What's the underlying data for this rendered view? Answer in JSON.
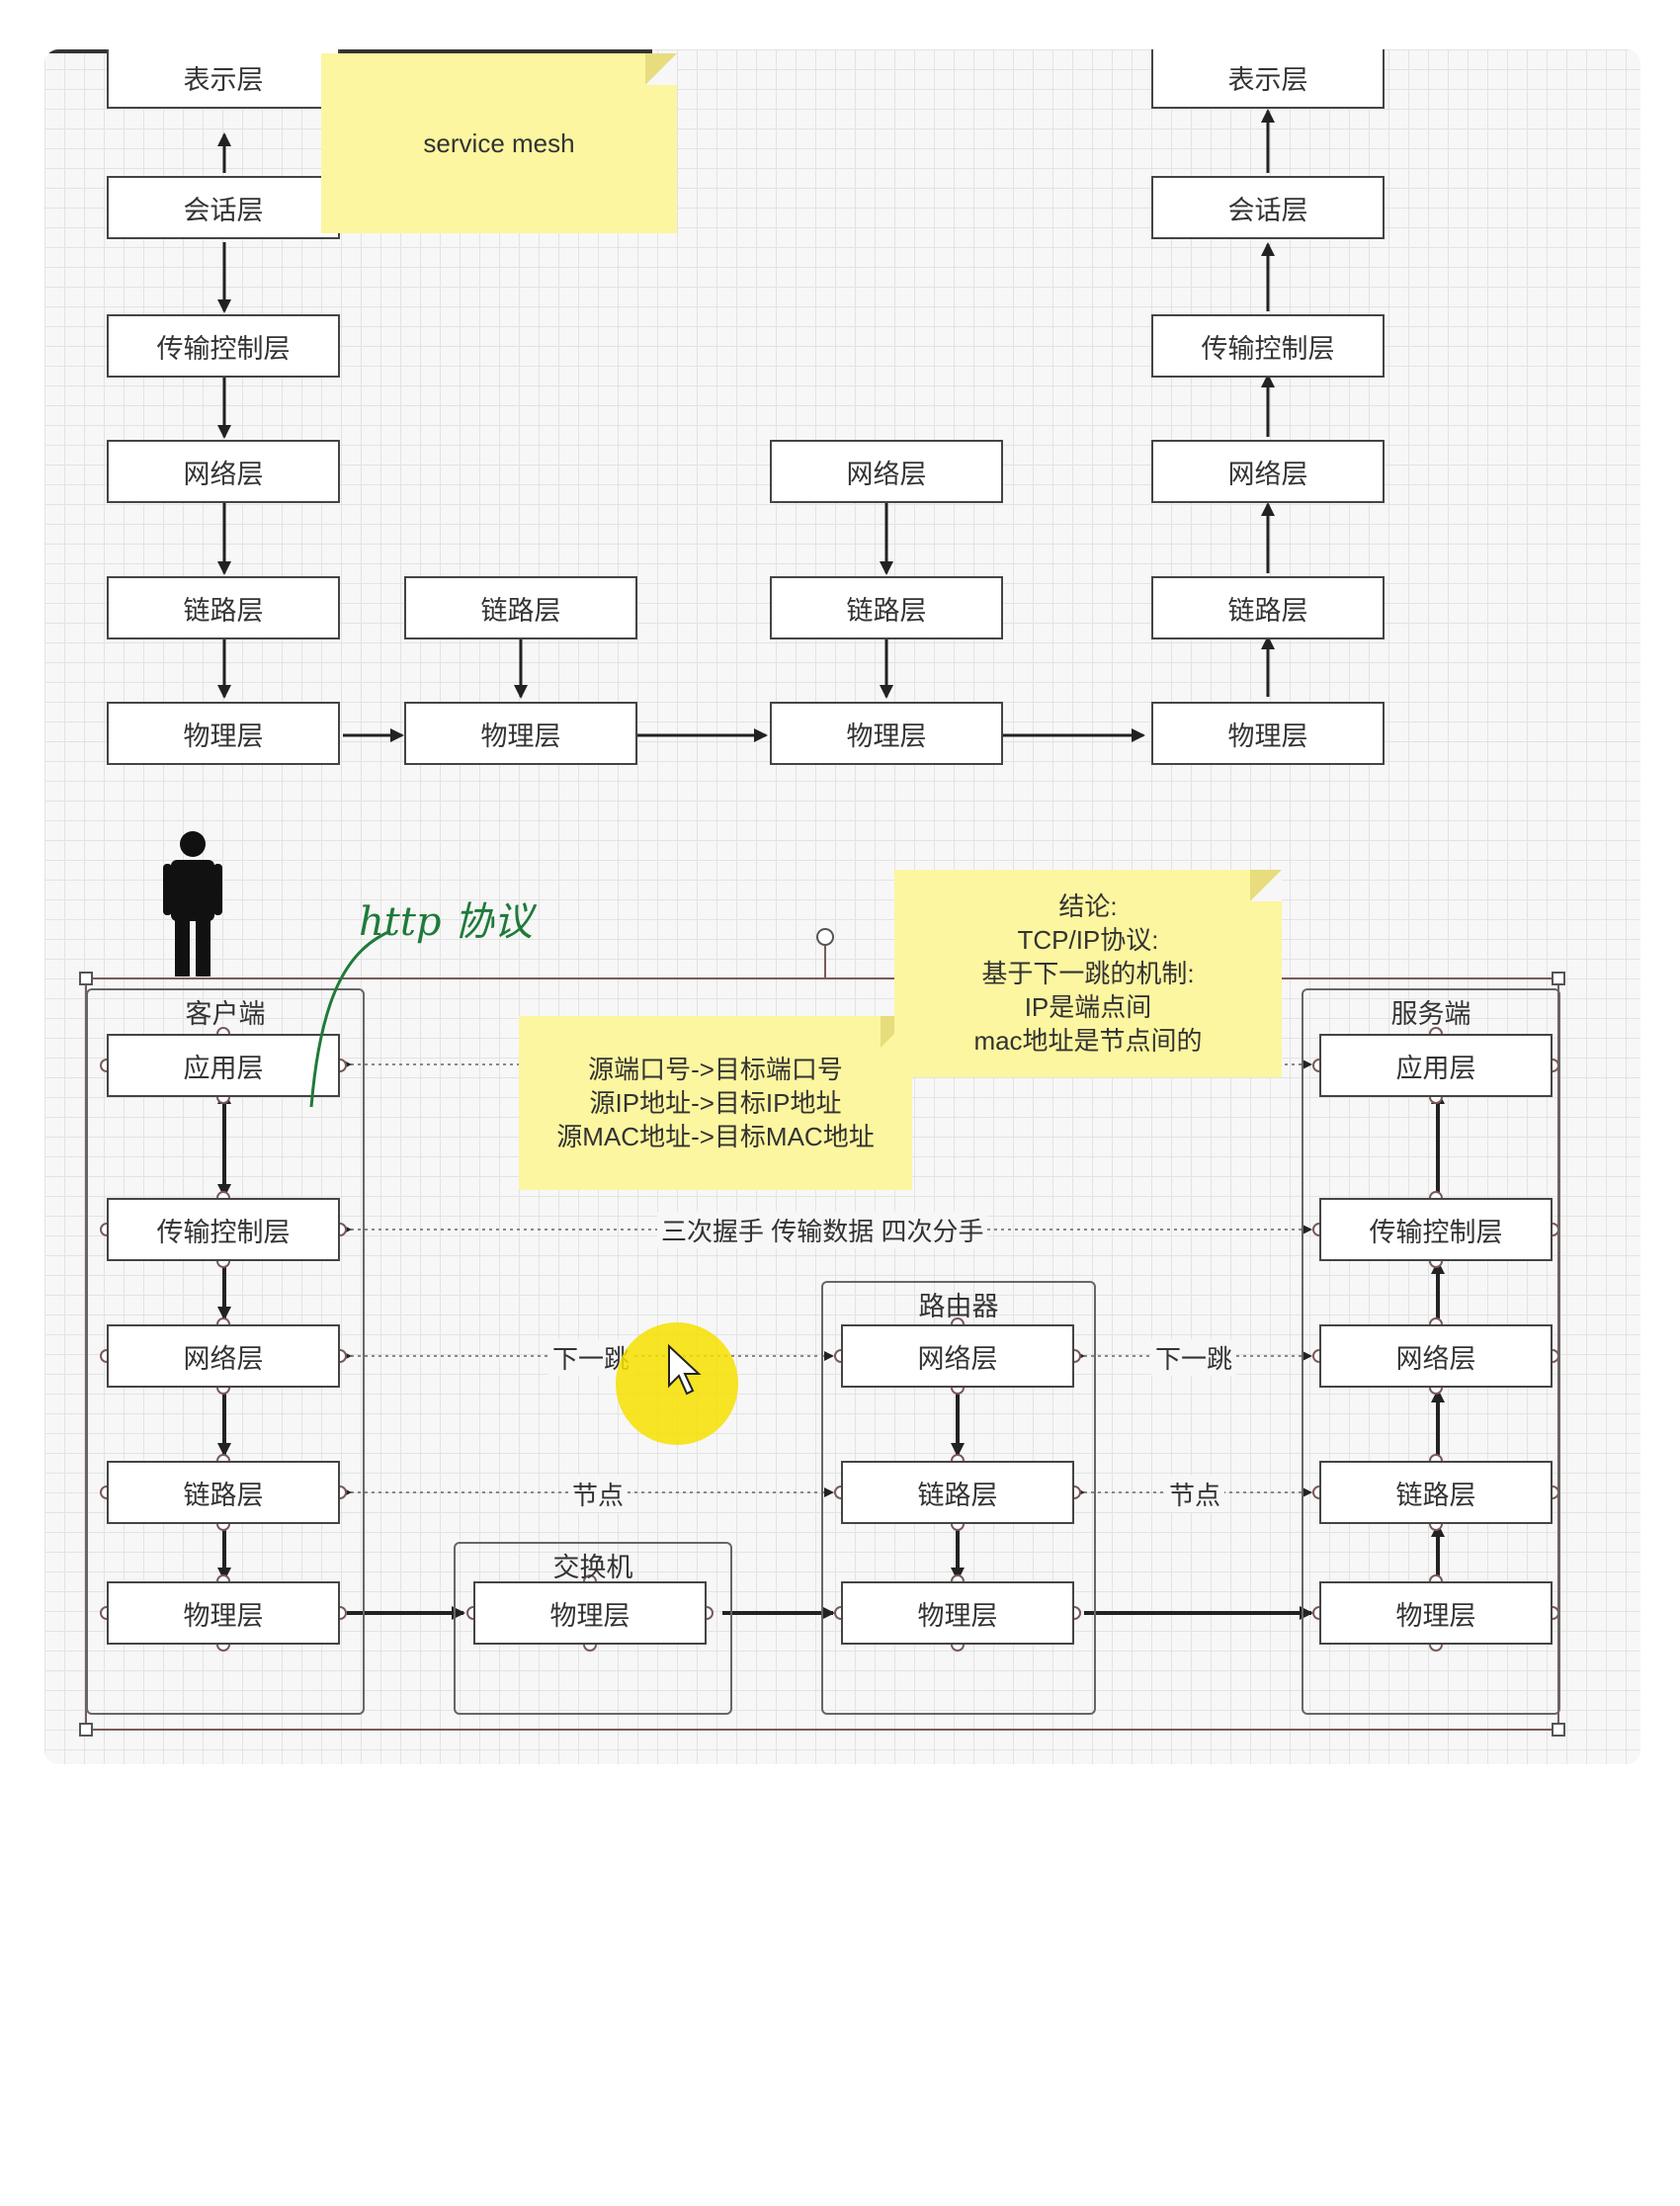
{
  "top_section": {
    "left_stack": [
      "表示层",
      "会话层",
      "传输控制层",
      "网络层",
      "链路层",
      "物理层"
    ],
    "hop2_stack": [
      "链路层",
      "物理层"
    ],
    "hop3_stack": [
      "网络层",
      "链路层",
      "物理层"
    ],
    "right_stack": [
      "表示层",
      "会话层",
      "传输控制层",
      "网络层",
      "链路层",
      "物理层"
    ],
    "note": "service mesh"
  },
  "bottom_section": {
    "client": {
      "title": "客户端",
      "layers": [
        "应用层",
        "传输控制层",
        "网络层",
        "链路层",
        "物理层"
      ]
    },
    "switch": {
      "title": "交换机",
      "layers": [
        "物理层"
      ]
    },
    "router": {
      "title": "路由器",
      "layers": [
        "网络层",
        "链路层",
        "物理层"
      ]
    },
    "server": {
      "title": "服务端",
      "layers": [
        "应用层",
        "传输控制层",
        "网络层",
        "链路层",
        "物理层"
      ]
    },
    "edge_labels": {
      "transport": "三次握手 传输数据 四次分手",
      "network_left": "下一跳",
      "network_right": "下一跳",
      "link_left": "节点",
      "link_right": "节点"
    },
    "note_addresses": [
      "源端口号->目标端口号",
      "源IP地址->目标IP地址",
      "源MAC地址->目标MAC地址"
    ],
    "note_conclusion": [
      "结论:",
      "TCP/IP协议:",
      "基于下一跳的机制:",
      "IP是端点间",
      "mac地址是节点间的"
    ],
    "handwriting": "http 协议"
  },
  "colors": {
    "note": "#fcf6a0",
    "grid": "#e3e3e3",
    "highlight": "#f6e000",
    "ink": "#1f7a3a"
  },
  "icons": [
    "person-icon",
    "mouse-cursor-icon"
  ]
}
